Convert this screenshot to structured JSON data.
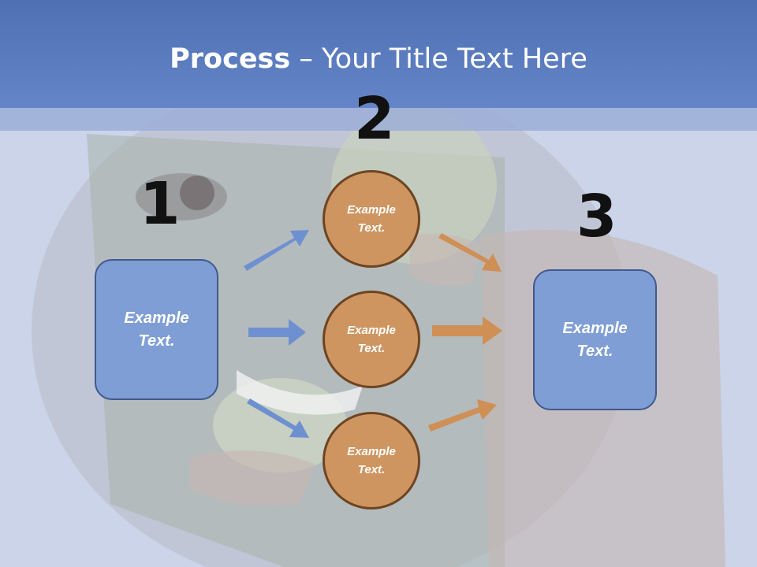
{
  "title": {
    "bold": "Process",
    "rest": " – Your Title Text Here"
  },
  "steps": {
    "one": "1",
    "two": "2",
    "three": "3"
  },
  "left_box": {
    "text": "Example Text."
  },
  "right_box": {
    "text": "Example Text."
  },
  "circles": [
    {
      "text": "Example Text."
    },
    {
      "text": "Example Text."
    },
    {
      "text": "Example Text."
    }
  ],
  "colors": {
    "header": "#5b7cc1",
    "box_fill": "#7f9ed5",
    "circle_fill": "#ce9561",
    "blue_arrow": "#6f90d0",
    "orange_arrow": "#cf8f55"
  }
}
